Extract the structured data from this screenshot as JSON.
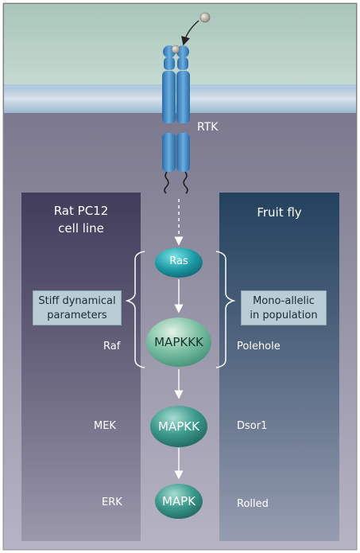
{
  "receptor": {
    "label": "RTK"
  },
  "left_panel": {
    "title_line1": "Rat PC12",
    "title_line2": "cell line"
  },
  "right_panel": {
    "title": "Fruit fly"
  },
  "left_box": {
    "line1": "Stiff dynamical",
    "line2": "parameters"
  },
  "right_box": {
    "line1": "Mono-allelic",
    "line2": "in population"
  },
  "nodes": [
    {
      "label": "Ras",
      "left_label": "",
      "right_label": ""
    },
    {
      "label": "MAPKKK",
      "left_label": "Raf",
      "right_label": "Polehole"
    },
    {
      "label": "MAPKK",
      "left_label": "MEK",
      "right_label": "Dsor1"
    },
    {
      "label": "MAPK",
      "left_label": "ERK",
      "right_label": "Rolled"
    }
  ],
  "colors": {
    "extracellular": "#b7cfc5",
    "cytoplasm_top": "#6f6c82",
    "cytoplasm_bottom": "#b4b2c2",
    "left_panel": "#4a4563",
    "right_panel": "#23425e",
    "receptor": "#3f86c4",
    "node": "#2f8e84",
    "info_box": "#b9cdd6"
  }
}
